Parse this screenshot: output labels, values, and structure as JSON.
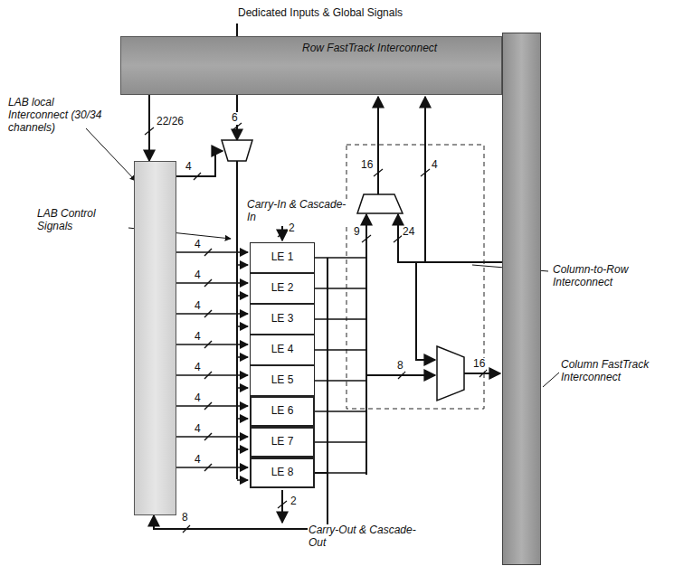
{
  "diagram": {
    "nodes": [
      {
        "text": [
          "Row FastTrack Interconnect"
        ]
      },
      {
        "text": [
          "LAB local Interconnect (30/34 channels)"
        ]
      },
      {
        "text": [
          "LE 1"
        ]
      },
      {
        "text": [
          "LE 2"
        ]
      },
      {
        "text": [
          "LE 3"
        ]
      },
      {
        "text": [
          "LE 4"
        ]
      },
      {
        "text": [
          "LE 5"
        ]
      },
      {
        "text": [
          "LE 6"
        ]
      },
      {
        "text": [
          "LE 7"
        ]
      },
      {
        "text": [
          "LE 8"
        ]
      },
      {
        "text": [
          "Column FastTrack Interconnect"
        ]
      }
    ],
    "edges": [
      {
        "from": 0,
        "to": 1,
        "arrow": "to",
        "label": "22/26"
      },
      {
        "from": 9,
        "to": 1,
        "arrow": "to",
        "label": "8"
      }
    ],
    "labels": [
      "Dedicated Inputs & Global Signals",
      "6",
      "4",
      "LAB Control Signals",
      "Carry-In & Cascade-In",
      "2",
      "4",
      "4",
      "4",
      "4",
      "4",
      "4",
      "4",
      "4",
      "16",
      "4",
      "9",
      "24",
      "8",
      "16",
      "Column-to-Row Interconnect",
      "2",
      "Carry-Out & Cascade-Out"
    ]
  }
}
